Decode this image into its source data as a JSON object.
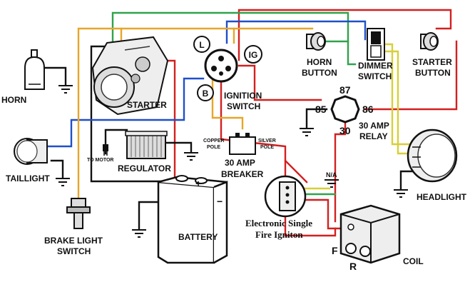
{
  "labels": {
    "horn": "HORN",
    "starter": "STARTER",
    "taillight": "TAILLIGHT",
    "brake_light_switch_1": "BRAKE LIGHT",
    "brake_light_switch_2": "SWITCH",
    "regulator": "REGULATOR",
    "to_motor": "TO MOTOR",
    "breaker_1": "30 AMP",
    "breaker_2": "BREAKER",
    "copper_pole_1": "COPPER",
    "copper_pole_2": "POLE",
    "silver_pole_1": "SILVER",
    "silver_pole_2": "POLE",
    "battery": "BATTERY",
    "plus": "+",
    "minus": "−",
    "ignition_l": "L",
    "ignition_ig": "IG",
    "ignition_b": "B",
    "ignition_switch_1": "IGNITION",
    "ignition_switch_2": "SWITCH",
    "horn_button_1": "HORN",
    "horn_button_2": "BUTTON",
    "dimmer_switch_1": "DIMMER",
    "dimmer_switch_2": "SWITCH",
    "starter_button_1": "STARTER",
    "starter_button_2": "BUTTON",
    "relay_87": "87",
    "relay_85": "85",
    "relay_86": "86",
    "relay_30": "30",
    "relay_1": "30 AMP",
    "relay_2": "RELAY",
    "headlight": "HEADLIGHT",
    "na": "N/A",
    "ignition_module_1": "Electronic Single",
    "ignition_module_2": "Fire Igniton",
    "coil": "COIL",
    "coil_f": "F",
    "coil_r": "R"
  },
  "wire_colors": {
    "black": "#111111",
    "red": "#d41f1f",
    "green": "#2fa34a",
    "blue": "#1f4fc9",
    "orange": "#e6a52a",
    "yellow": "#d7cf38"
  }
}
